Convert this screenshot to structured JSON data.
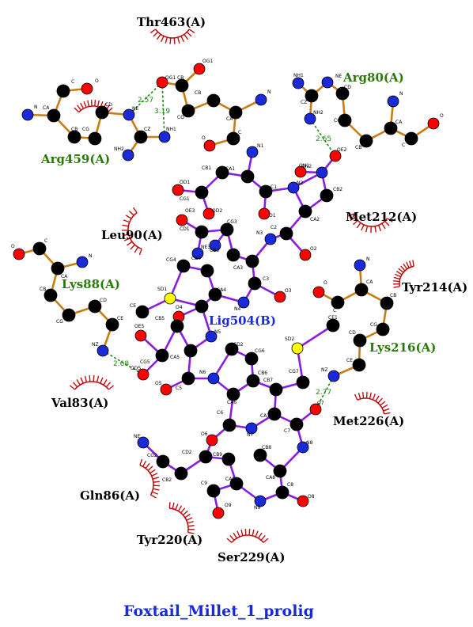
{
  "title": "Foxtail_Millet_1_prolig",
  "ligand_label": "Lig504(B)",
  "residue_labels": {
    "thr463": "Thr463(A)",
    "arg80": "Arg80(A)",
    "arg459": "Arg459(A)",
    "met212": "Met212(A)",
    "leu90": "Leu90(A)",
    "lys88": "Lys88(A)",
    "tyr214": "Tyr214(A)",
    "lys216": "Lys216(A)",
    "val83": "Val83(A)",
    "met226": "Met226(A)",
    "gln86": "Gln86(A)",
    "tyr220": "Tyr220(A)",
    "ser229": "Ser229(A)"
  },
  "hbond_distances": {
    "d1": "2.57",
    "d2": "3.19",
    "d3": "2.65",
    "d4": "2.68",
    "d5": "2.77"
  },
  "colors": {
    "ligand_bond": "#8a1de0",
    "residue_bond": "#c87d14",
    "carbon": "#000000",
    "nitrogen": "#1a2ad8",
    "oxygen": "#ff0000",
    "sulfur": "#ffff00",
    "hbond": "#1c8a10",
    "hydrophobic_arc": "#c01010"
  }
}
